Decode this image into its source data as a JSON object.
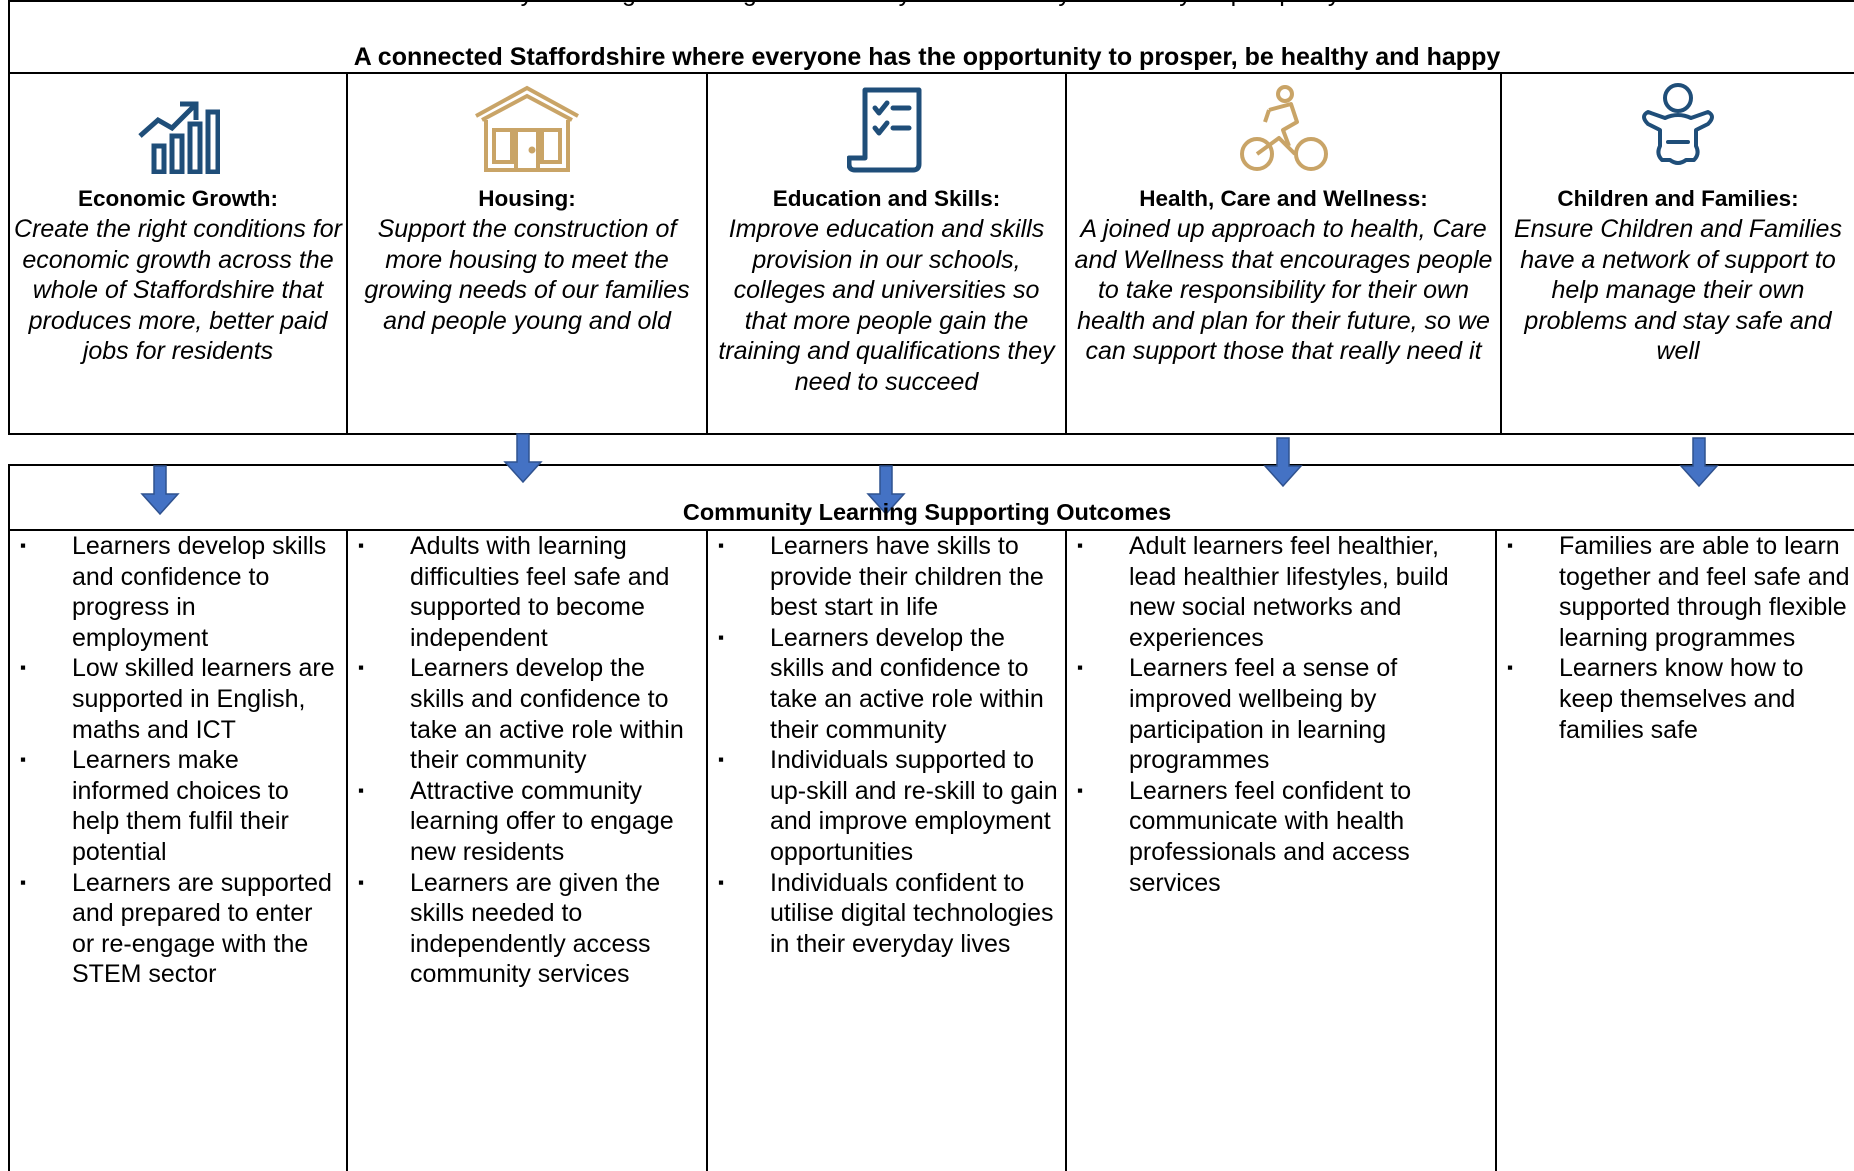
{
  "top_cutoff_text": "ty… through … change … economy … community … country … prosperity",
  "banner": "A connected Staffordshire where everyone has the opportunity to prosper, be healthy and happy",
  "themes": [
    {
      "icon": "growth-chart-icon",
      "title": "Economic Growth:",
      "description": "Create the right conditions for economic growth across the whole of Staffordshire that produces more, better paid jobs for residents"
    },
    {
      "icon": "house-icon",
      "title": "Housing:",
      "description": "Support the construction of more housing to meet the growing needs of our families and people young and old"
    },
    {
      "icon": "checklist-scroll-icon",
      "title": "Education and Skills:",
      "description": "Improve education and skills provision in our schools, colleges and universities so that more people gain the training and qualifications they need to succeed"
    },
    {
      "icon": "cyclist-icon",
      "title": "Health, Care and Wellness:",
      "description": "A joined up approach to health, Care and Wellness that encourages people to take responsibility for their own health and plan for their future, so we can support those that really need it"
    },
    {
      "icon": "baby-icon",
      "title": "Children and Families:",
      "description": "Ensure Children and Families have a network of support to help manage their own problems and stay safe and well"
    }
  ],
  "outcomes_title": "Community Learning Supporting Outcomes",
  "outcomes": [
    [
      "Learners develop skills and confidence to progress in employment",
      "Low skilled learners are supported in English, maths and ICT",
      "Learners make informed choices to help them fulfil their potential",
      "Learners are supported and prepared to enter or re-engage with the STEM sector"
    ],
    [
      "Adults with learning difficulties feel safe and supported to become independent",
      "Learners develop the skills and confidence to take an active role within their community",
      "Attractive community learning offer to engage new residents",
      "Learners are given the skills needed to independently access community services"
    ],
    [
      "Learners have skills to provide their children the best start in life",
      "Learners develop the skills and confidence to take an active role within their community",
      "Individuals supported to up-skill and re-skill to gain and improve employment opportunities",
      "Individuals confident to utilise digital technologies in their everyday lives"
    ],
    [
      "Adult learners feel healthier, lead healthier lifestyles, build new social networks and experiences",
      "Learners feel a sense of improved wellbeing by participation in learning programmes",
      "Learners feel confident to communicate with health professionals and access services"
    ],
    [
      "Families are able to learn together and feel safe and supported through flexible learning programmes",
      "Learners know how to keep themselves and families safe"
    ]
  ],
  "colors": {
    "arrow": "#4472C4",
    "icon_blue": "#1F4E79",
    "icon_gold": "#C9A467"
  }
}
